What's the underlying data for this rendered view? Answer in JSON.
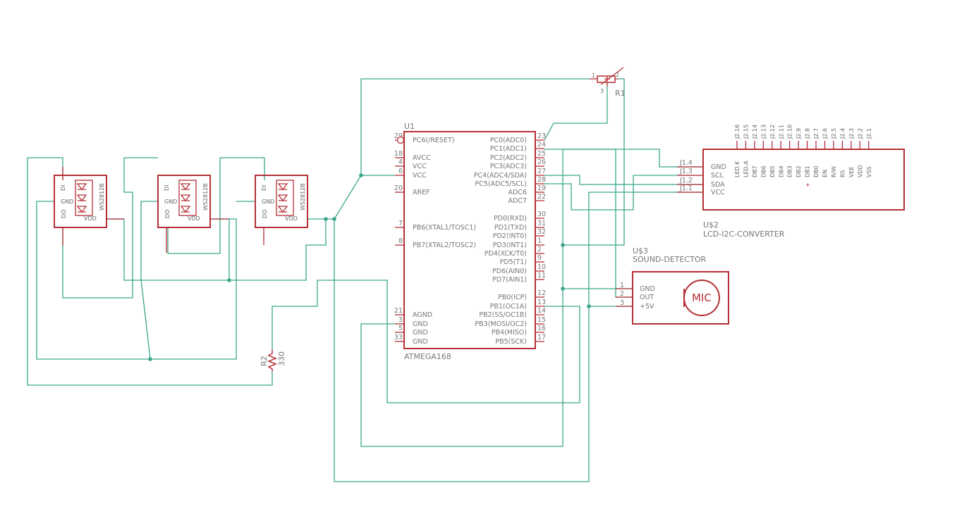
{
  "schematic": {
    "led_strip": {
      "part": "WS2812B",
      "pins": {
        "di": "DI",
        "gnd": "GND",
        "do": "DO",
        "vdd": "VDD"
      }
    },
    "u1": {
      "name": "U1",
      "value": "ATMEGA168",
      "left_pins": [
        {
          "num": "29",
          "name": "PC6(/RESET)"
        },
        {
          "num": "18",
          "name": "AVCC"
        },
        {
          "num": "4",
          "name": "VCC"
        },
        {
          "num": "6",
          "name": "VCC"
        },
        {
          "num": "20",
          "name": "AREF"
        },
        {
          "num": "7",
          "name": "PB6(XTAL1/TOSC1)"
        },
        {
          "num": "8",
          "name": "PB7(XTAL2/TOSC2)"
        },
        {
          "num": "21",
          "name": "AGND"
        },
        {
          "num": "3",
          "name": "GND"
        },
        {
          "num": "5",
          "name": "GND"
        },
        {
          "num": "33",
          "name": "GND"
        }
      ],
      "right_pins": [
        {
          "num": "23",
          "name": "PC0(ADC0)"
        },
        {
          "num": "24",
          "name": "PC1(ADC1)"
        },
        {
          "num": "25",
          "name": "PC2(ADC2)"
        },
        {
          "num": "26",
          "name": "PC3(ADC3)"
        },
        {
          "num": "27",
          "name": "PC4(ADC4/SDA)"
        },
        {
          "num": "28",
          "name": "PC5(ADC5/SCL)"
        },
        {
          "num": "19",
          "name": "ADC6"
        },
        {
          "num": "22",
          "name": "ADC7"
        },
        {
          "num": "30",
          "name": "PD0(RXD)"
        },
        {
          "num": "31",
          "name": "PD1(TXD)"
        },
        {
          "num": "32",
          "name": "PD2(INT0)"
        },
        {
          "num": "1",
          "name": "PD3(INT1)"
        },
        {
          "num": "2",
          "name": "PD4(XCK/T0)"
        },
        {
          "num": "9",
          "name": "PD5(T1)"
        },
        {
          "num": "10",
          "name": "PD6(AIN0)"
        },
        {
          "num": "11",
          "name": "PD7(AIN1)"
        },
        {
          "num": "12",
          "name": "PB0(ICP)"
        },
        {
          "num": "13",
          "name": "PB1(OC1A)"
        },
        {
          "num": "14",
          "name": "PB2(SS/OC1B)"
        },
        {
          "num": "15",
          "name": "PB3(MOSI/OC2)"
        },
        {
          "num": "16",
          "name": "PB4(MISO)"
        },
        {
          "num": "17",
          "name": "PB5(SCK)"
        }
      ]
    },
    "r1": {
      "name": "R1",
      "pin1": "1",
      "pin2": "2",
      "pin3": "3"
    },
    "r2": {
      "name": "R2",
      "value": "330"
    },
    "u2": {
      "name": "U$2",
      "value": "LCD-I2C-CONVERTER",
      "pins": [
        {
          "num": "J1.4",
          "name": "GND"
        },
        {
          "num": "J1.3",
          "name": "SCL"
        },
        {
          "num": "J1.2",
          "name": "SDA"
        },
        {
          "num": "J1.1",
          "name": "VCC"
        }
      ],
      "top_pins": [
        {
          "num": "J2.16",
          "name": "LED.K"
        },
        {
          "num": "J2.15",
          "name": "LED.A"
        },
        {
          "num": "J2.14",
          "name": "DB7"
        },
        {
          "num": "J2.13",
          "name": "DB6"
        },
        {
          "num": "J2.12",
          "name": "DB5"
        },
        {
          "num": "J2.11",
          "name": "DB4"
        },
        {
          "num": "J2.10",
          "name": "DB3"
        },
        {
          "num": "J2.9",
          "name": "DB2"
        },
        {
          "num": "J2.8",
          "name": "DB1"
        },
        {
          "num": "J2.7",
          "name": "DB0"
        },
        {
          "num": "J2.6",
          "name": "EN"
        },
        {
          "num": "J2.5",
          "name": "R/W"
        },
        {
          "num": "J2.4",
          "name": "RS"
        },
        {
          "num": "J2.3",
          "name": "VEE"
        },
        {
          "num": "J2.2",
          "name": "VDD"
        },
        {
          "num": "J2.1",
          "name": "VSS"
        }
      ]
    },
    "u3": {
      "name": "U$3",
      "value": "SOUND-DETECTOR",
      "mic_label": "MIC",
      "pins": [
        {
          "num": "1",
          "name": "GND"
        },
        {
          "num": "2",
          "name": "OUT"
        },
        {
          "num": "3",
          "name": "+5V"
        }
      ]
    }
  }
}
